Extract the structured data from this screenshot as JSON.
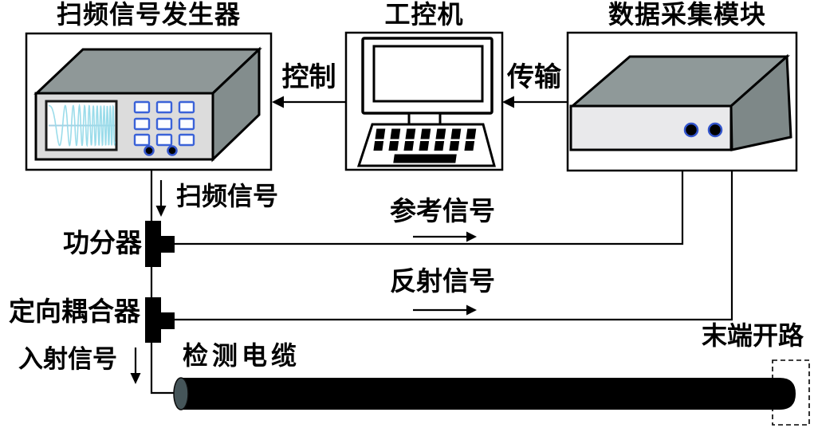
{
  "blocks": {
    "generator": "扫频信号发生器",
    "computer": "工控机",
    "daq": "数据采集模块"
  },
  "signals": {
    "control": "控制",
    "transmission": "传输",
    "sweep": "扫频信号",
    "reference": "参考信号",
    "reflected": "反射信号",
    "incident": "入射信号"
  },
  "components": {
    "splitter": "功分器",
    "coupler": "定向耦合器",
    "cable": "检测电缆",
    "open_end": "末端开路"
  },
  "colors": {
    "accent_blue": "#3355cc",
    "waveform_cyan": "#9bdcea",
    "chassis_grey_top": "#8f9898",
    "chassis_grey_side": "#7e8888",
    "panel_grey": "#dcdcdc",
    "cable_black": "#000000",
    "cable_cap_grey": "#455559"
  }
}
